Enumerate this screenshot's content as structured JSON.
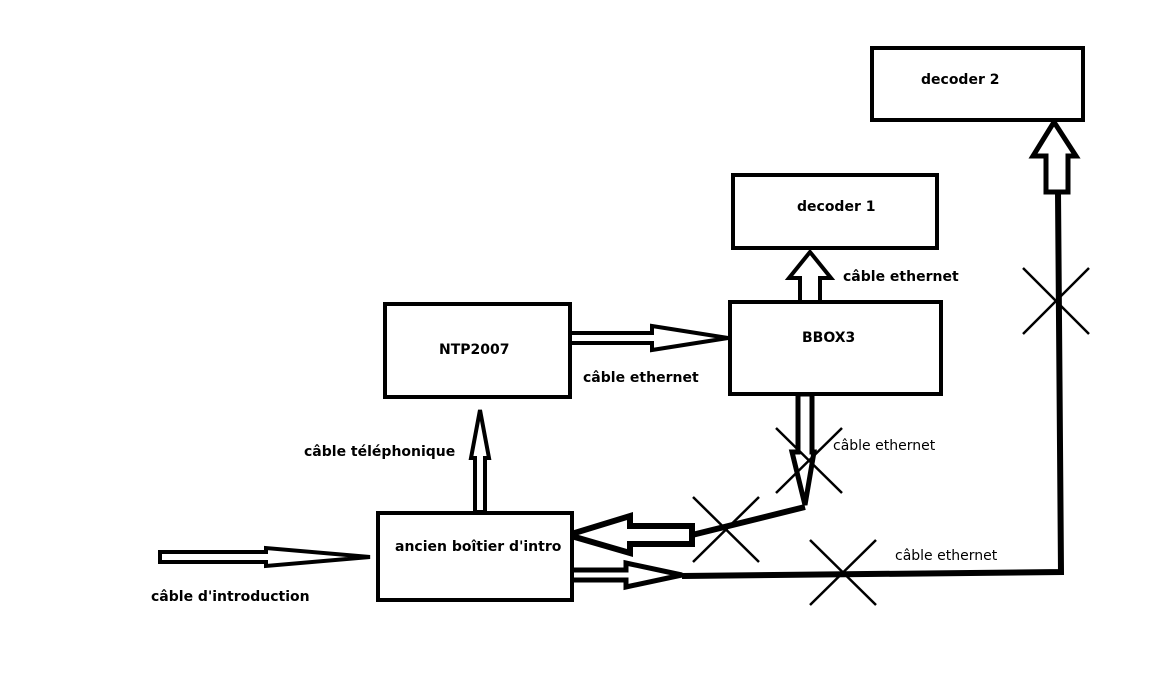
{
  "diagram": {
    "nodes": {
      "decoder2": "decoder 2",
      "decoder1": "decoder 1",
      "ntp2007": "NTP2007",
      "bbox3": "BBOX3",
      "ancien_boitier": "ancien boîtier d'intro"
    },
    "edges": {
      "intro_cable": "câble d'introduction",
      "phone_cable": "câble téléphonique",
      "ntp_bbox": "câble ethernet",
      "bbox_decoder1": "câble ethernet",
      "bbox_boitier": "câble ethernet",
      "boitier_decoder2": "câble ethernet"
    },
    "crossed_out_links": [
      "bbox_boitier",
      "boitier_decoder2"
    ],
    "colors": {
      "stroke": "#000000",
      "background": "#ffffff"
    }
  }
}
